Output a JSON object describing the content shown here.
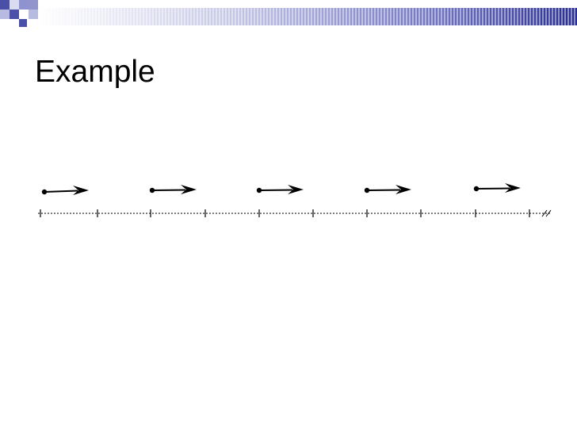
{
  "slide": {
    "title": "Example"
  },
  "theme": {
    "band_color_dark": "#2a2f8f",
    "band_color_light": "#c7c9e6",
    "checker_color": "#4a4fa8",
    "ink_color": "#000000"
  },
  "figure": {
    "arrow_count": 5,
    "tick_count": 10
  }
}
